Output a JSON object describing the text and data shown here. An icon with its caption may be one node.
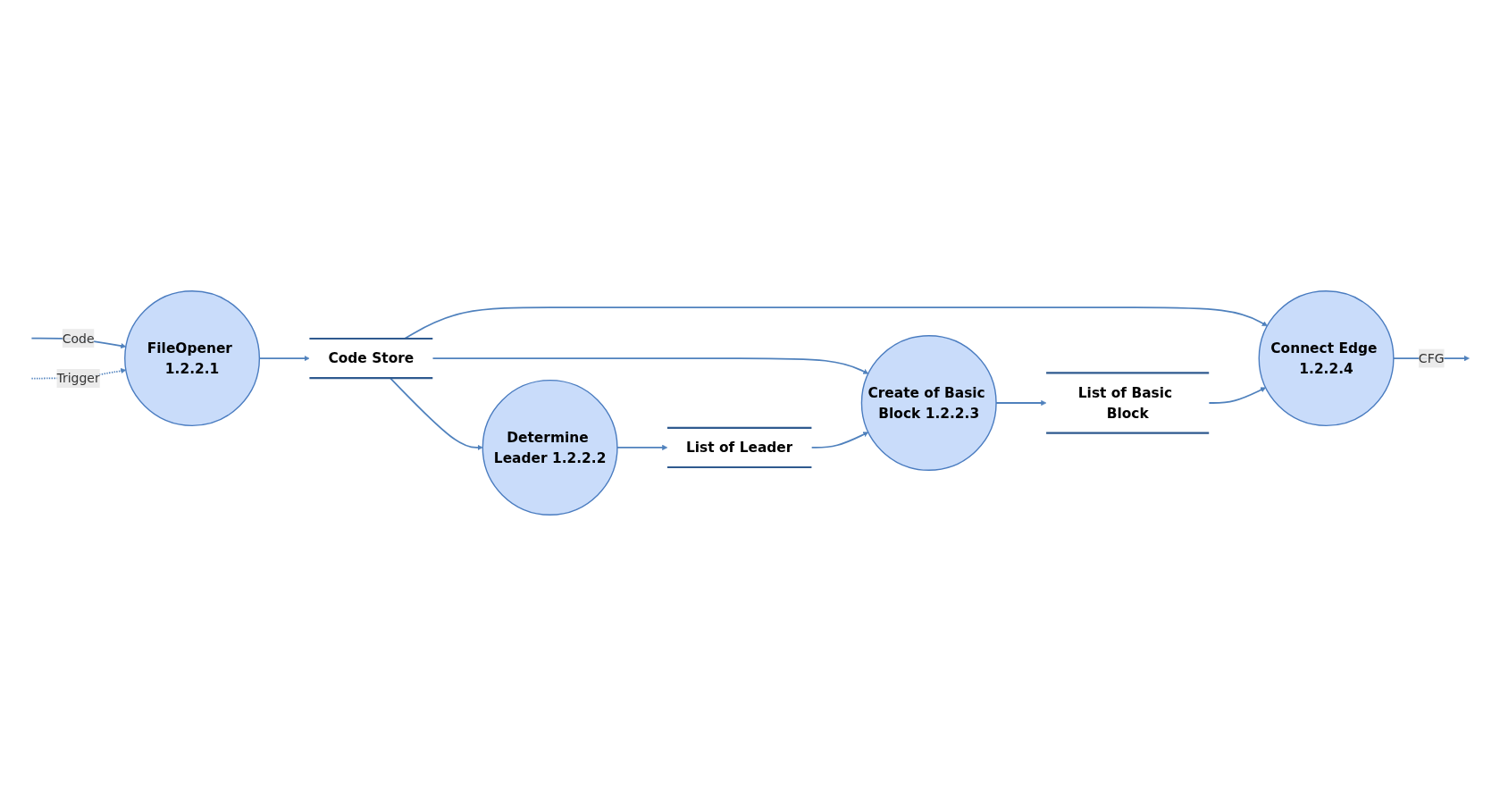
{
  "diagram": {
    "nodes": [
      {
        "text": [
          "FileOpener 1.2.2.1"
        ]
      },
      {
        "text": [
          "Code Store"
        ]
      },
      {
        "text": [
          "Determine Leader 1.2.2.2"
        ]
      },
      {
        "text": [
          "List of Leader"
        ]
      },
      {
        "text": [
          "Create of Basic Block 1.2.2.3"
        ]
      },
      {
        "text": [
          "List of Basic Block"
        ]
      },
      {
        "text": [
          "Connect Edge 1.2.2.4"
        ]
      }
    ],
    "edges": [
      {
        "from": null,
        "to": 0,
        "arrow": "to",
        "label": "Code"
      },
      {
        "from": null,
        "to": 0,
        "arrow": "to",
        "label": "Trigger",
        "style": "dashed"
      },
      {
        "from": 0,
        "to": 1,
        "arrow": "to"
      },
      {
        "from": 1,
        "to": 2,
        "arrow": "to"
      },
      {
        "from": 1,
        "to": 4,
        "arrow": "to"
      },
      {
        "from": 1,
        "to": 6,
        "arrow": "to"
      },
      {
        "from": 2,
        "to": 3,
        "arrow": "to"
      },
      {
        "from": 3,
        "to": 4,
        "arrow": "to"
      },
      {
        "from": 4,
        "to": 5,
        "arrow": "to"
      },
      {
        "from": 5,
        "to": 6,
        "arrow": "to"
      },
      {
        "from": 6,
        "to": null,
        "arrow": "to",
        "label": "CFG"
      }
    ]
  }
}
